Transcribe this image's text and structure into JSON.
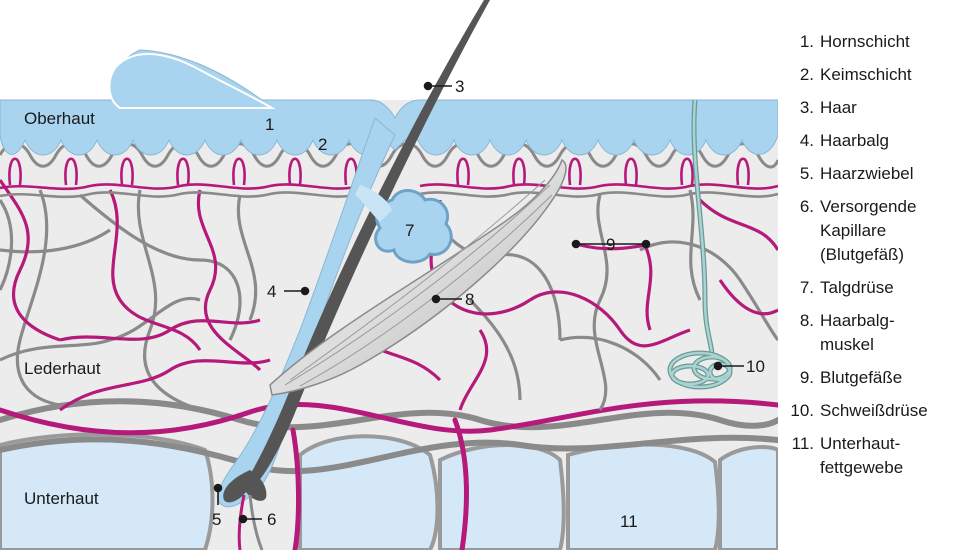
{
  "layers": {
    "epidermis": "Oberhaut",
    "dermis": "Lederhaut",
    "subcutis": "Unterhaut"
  },
  "callouts": [
    "1",
    "2",
    "3",
    "4",
    "5",
    "6",
    "7",
    "8",
    "9",
    "9",
    "10",
    "11"
  ],
  "legend": [
    {
      "num": "1.",
      "text": "Hornschicht"
    },
    {
      "num": "2.",
      "text": "Keimschicht"
    },
    {
      "num": "3.",
      "text": "Haar"
    },
    {
      "num": "4.",
      "text": "Haarbalg"
    },
    {
      "num": "5.",
      "text": "Haarzwiebel"
    },
    {
      "num": "6.",
      "text": "Versorgende\nKapillare\n(Blutgefäß)"
    },
    {
      "num": "7.",
      "text": "Talgdrüse"
    },
    {
      "num": "8.",
      "text": "Haarbalg-\nmuskel"
    },
    {
      "num": "9.",
      "text": "Blutgefäße"
    },
    {
      "num": "10.",
      "text": "Schweißdrüse"
    },
    {
      "num": "11.",
      "text": "Unterhaut-\nfettgewebe"
    }
  ],
  "colors": {
    "background": "#ececec",
    "epidermis": "#a9d4ef",
    "fat": "#d5e8f7",
    "vessel_magenta": "#b5197a",
    "vessel_gray": "#8a8a8a",
    "hair": "#555555",
    "sweat_gland": "#8fc3c0"
  }
}
